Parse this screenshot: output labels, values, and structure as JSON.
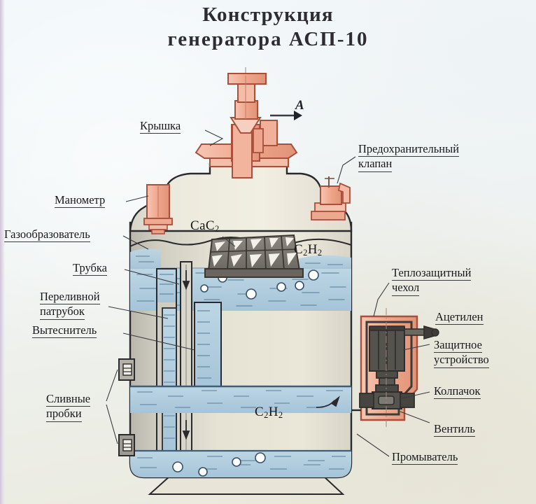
{
  "title": {
    "line1": "Конструкция",
    "line2": "генератора АСП-10"
  },
  "labels_left": [
    {
      "id": "lid",
      "text": "Крышка"
    },
    {
      "id": "manometer",
      "text": "Манометр"
    },
    {
      "id": "gas-former",
      "text": "Газообразователь"
    },
    {
      "id": "tube",
      "text": "Трубка"
    },
    {
      "id": "overflow-pipe-1",
      "text": "Переливной"
    },
    {
      "id": "overflow-pipe-2",
      "text": "патрубок"
    },
    {
      "id": "displacer",
      "text": "Вытеснитель"
    },
    {
      "id": "drain-plugs-1",
      "text": "Сливные"
    },
    {
      "id": "drain-plugs-2",
      "text": "пробки"
    }
  ],
  "labels_right": [
    {
      "id": "safety-valve-1",
      "text": "Предохранительный"
    },
    {
      "id": "safety-valve-2",
      "text": "клапан"
    },
    {
      "id": "heat-cover-1",
      "text": "Теплозащитный"
    },
    {
      "id": "heat-cover-2",
      "text": "чехол"
    },
    {
      "id": "acetylene",
      "text": "Ацетилен"
    },
    {
      "id": "protective-1",
      "text": "Защитное"
    },
    {
      "id": "protective-2",
      "text": "устройство"
    },
    {
      "id": "cap",
      "text": "Колпачок"
    },
    {
      "id": "valve",
      "text": "Вентиль"
    },
    {
      "id": "washer",
      "text": "Промыватель"
    }
  ],
  "formulas": {
    "carbide": "CaC",
    "carbide_sub": "2",
    "acetylene_top": "C",
    "acetylene_top_sub1": "2",
    "acetylene_top_mid": "H",
    "acetylene_top_sub2": "2",
    "acetylene_bottom": "C",
    "acetylene_bottom_sub1": "2",
    "acetylene_bottom_mid": "H",
    "acetylene_bottom_sub2": "2"
  },
  "section_marker": "A",
  "colors": {
    "background": "#eff3f1",
    "ink": "#17171b",
    "outline": "#2a2a2e",
    "salmon": "#f0a88f",
    "salmon_light": "#f6c3b0",
    "salmon_dark": "#d98c73",
    "water": "#aecbdd",
    "water_line": "#5d84a0",
    "metal_light": "#e7e3d6",
    "metal_mid": "#cdcac0",
    "metal_dark": "#9b9a92",
    "carbide_gray": "#7e7a74",
    "device_dark": "#4b4a46"
  }
}
